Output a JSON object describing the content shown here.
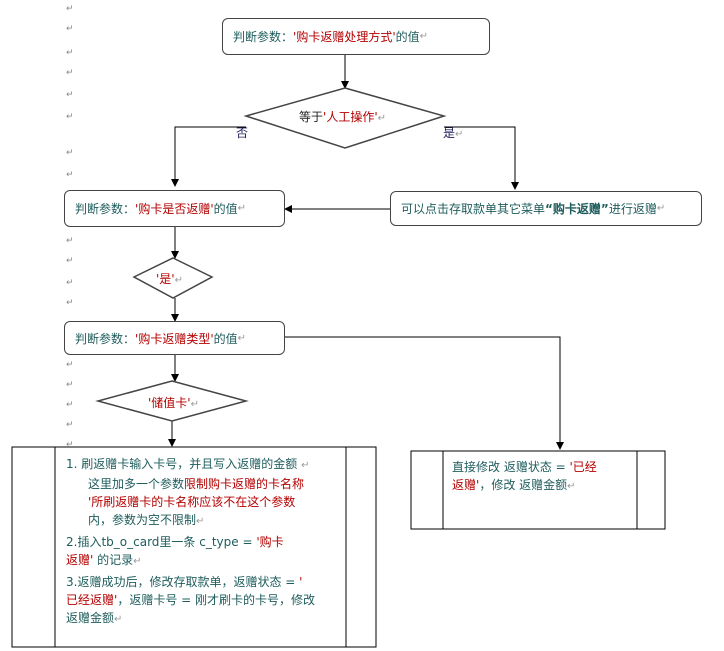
{
  "nodes": {
    "n1": {
      "prefix": "判断参数：",
      "highlight": "'购卡返赠处理方式'",
      "suffix": "的值"
    },
    "d1": {
      "prefix": "等于",
      "highlight": "'人工操作'"
    },
    "n_right": {
      "prefix": "可以点击存取款单其它菜单",
      "quote_open": "“",
      "highlight": "购卡返赠",
      "quote_close": "”",
      "suffix": "进行返赠"
    },
    "n2": {
      "prefix": "判断参数：",
      "highlight": "'购卡是否返赠'",
      "suffix": "的值"
    },
    "d2": {
      "highlight": "'是'"
    },
    "n3": {
      "prefix": "判断参数：",
      "highlight": "'购卡返赠类型'",
      "suffix": "的值"
    },
    "d3": {
      "highlight": "'储值卡'"
    }
  },
  "edge_labels": {
    "no": "否",
    "yes": "是"
  },
  "para_mark": "↵",
  "left_box": {
    "item1_line1": "1. 刷返赠卡输入卡号，并且写入返赠的金额",
    "item1_line2a": "这里加多一个参数",
    "item1_line2b": "限制购卡返赠的卡名称",
    "item1_line3": "'所刷返赠卡的卡名称应该不在这个参数",
    "item1_line4": "内，参数为空不限制",
    "item2_line1a": "2.插入tb_o_card里一条 c_type = ",
    "item2_line1b": "'购卡",
    "item2_line2a": "返赠'",
    "item2_line2b": " 的记录",
    "item3_line1a": "3.返赠成功后，修改存取款单，返赠状态 = ",
    "item3_line1b": "'",
    "item3_line2a": "已经返赠'",
    "item3_line2b": "，返赠卡号 = 刚才刷卡的卡号，修改",
    "item3_line3": "返赠金额"
  },
  "right_box": {
    "line1a": "直接修改 返赠状态 = ",
    "line1b": "'已经",
    "line2a": "返赠'",
    "line2b": "，修改 返赠金额"
  }
}
